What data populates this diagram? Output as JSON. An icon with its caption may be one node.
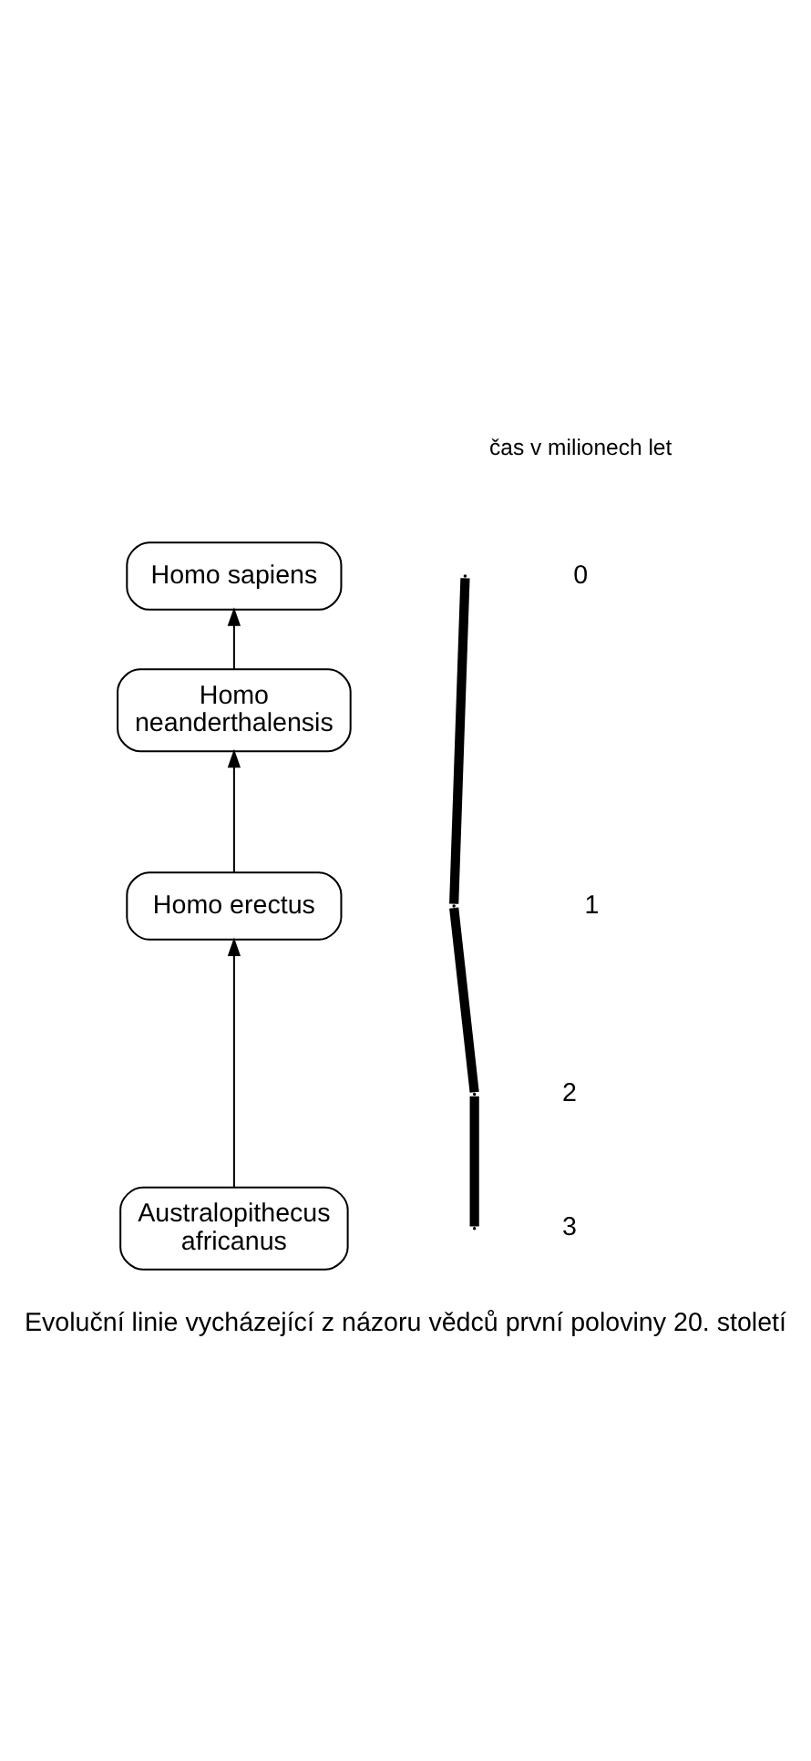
{
  "diagram": {
    "caption": "Evoluční linie vycházející z názoru vědců první poloviny 20. století",
    "nodes": [
      {
        "text": [
          "Homo sapiens"
        ]
      },
      {
        "text": [
          "Homo neanderthalensis"
        ]
      },
      {
        "text": [
          "Homo erectus"
        ]
      },
      {
        "text": [
          "Australopithecus africanus"
        ]
      }
    ],
    "edges": [
      {
        "from": 3,
        "to": 2,
        "arrow": "to"
      },
      {
        "from": 2,
        "to": 1,
        "arrow": "to"
      },
      {
        "from": 1,
        "to": 0,
        "arrow": "to"
      }
    ],
    "labels": [
      "čas v milionech let",
      "0",
      "1",
      "2",
      "3"
    ]
  }
}
